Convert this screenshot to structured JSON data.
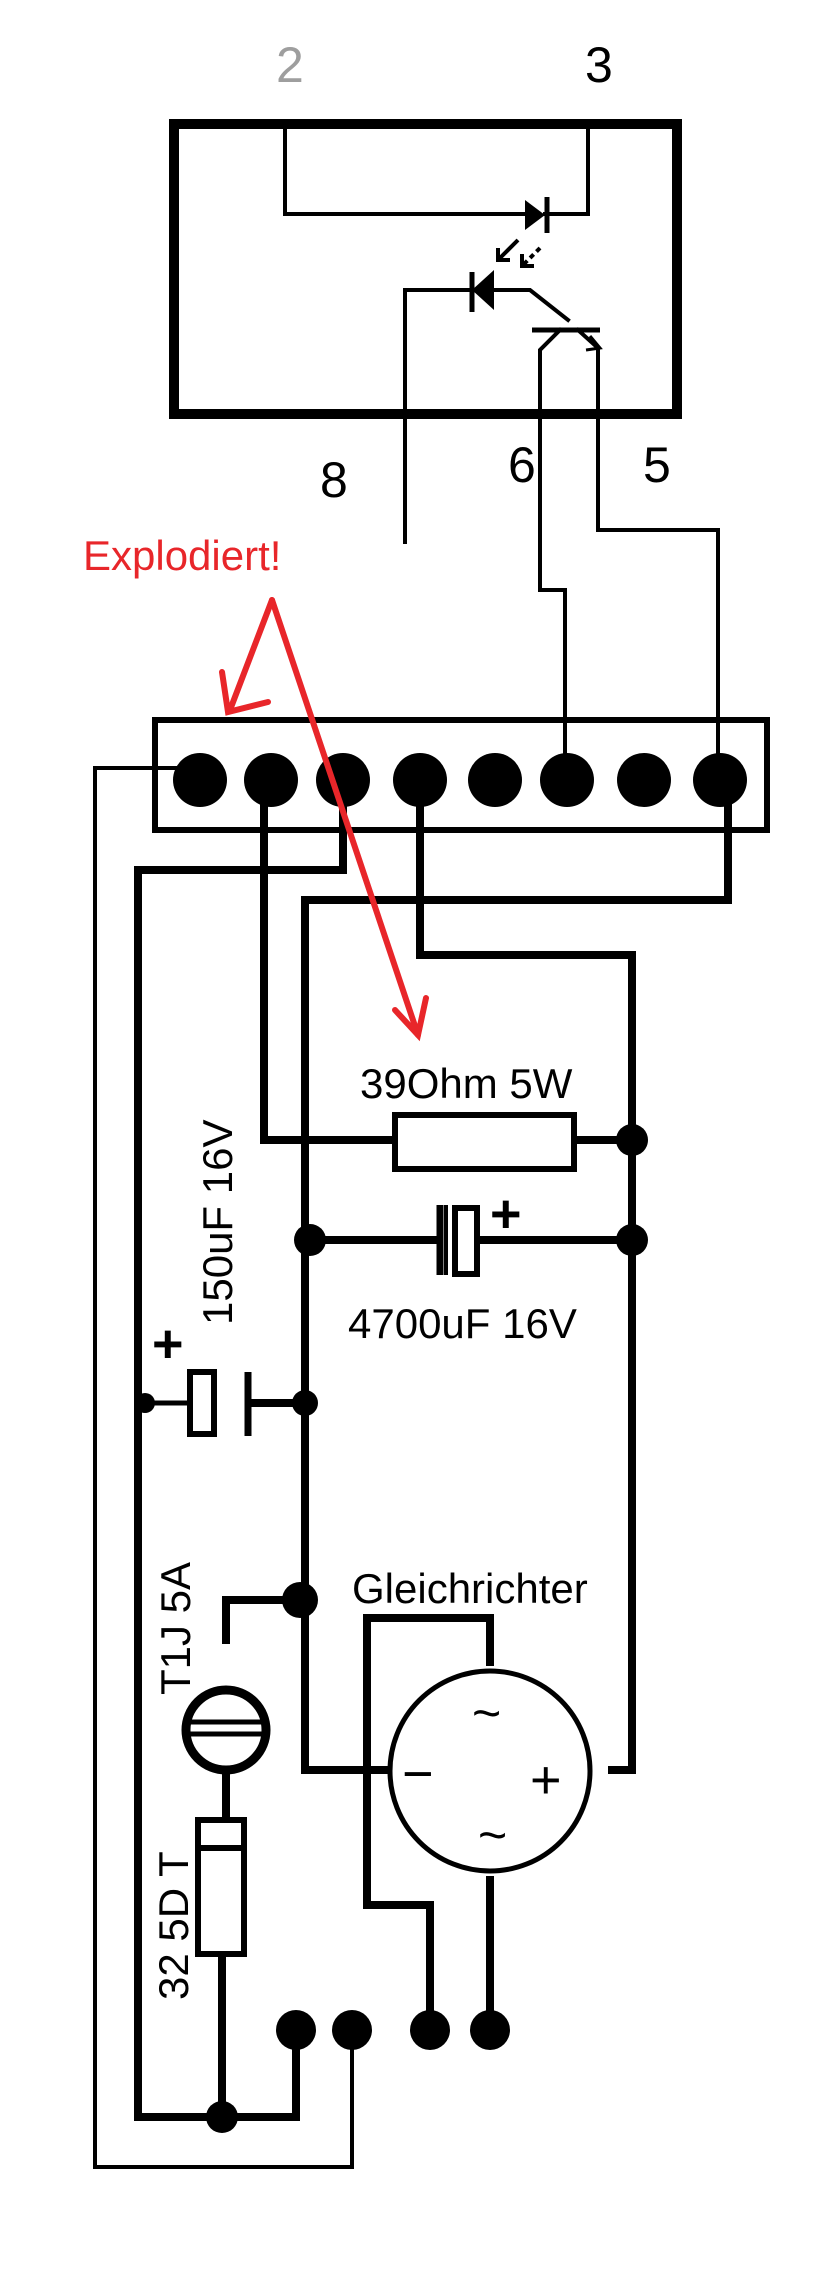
{
  "pins": {
    "pin_2": "2",
    "pin_3": "3",
    "pin_8": "8",
    "pin_6": "6",
    "pin_5": "5"
  },
  "annotation": {
    "text": "Explodiert!",
    "color": "#e8262a"
  },
  "components": {
    "resistor": "39Ohm 5W",
    "capacitor_main": "4700uF 16V",
    "capacitor_small": "150uF 16V",
    "rectifier": "Gleichrichter",
    "fuse": "T1J 5A",
    "ntc": "32 5D T"
  },
  "symbols": {
    "ac_top": "~",
    "ac_bottom": "~",
    "minus": "−",
    "plus": "+",
    "cap_plus_main": "+",
    "cap_plus_small": "+"
  },
  "colors": {
    "pin_2_grey": "#9e9e9e",
    "wire": "#000000"
  }
}
